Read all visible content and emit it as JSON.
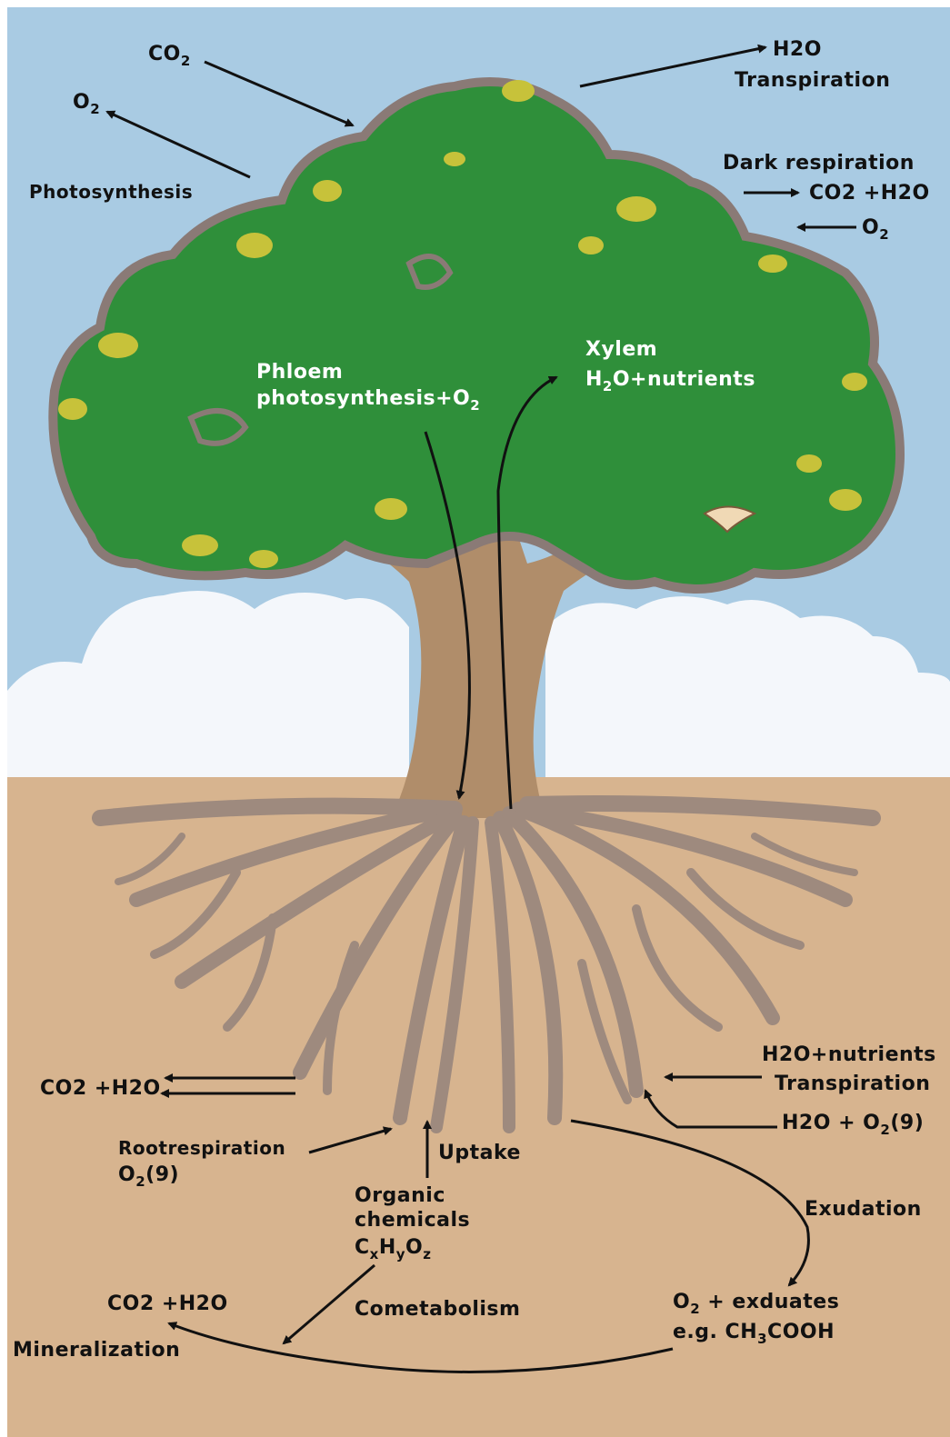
{
  "colors": {
    "sky": "#a9cbe3",
    "cloud": "#f4f7fb",
    "soil": "#d7b48f",
    "foliage": "#2f8f3a",
    "foliage_edge": "#8a7a76",
    "leaf_highlight": "#c7c23a",
    "trunk": "#b08d6a",
    "root": "#9e8a7e",
    "arrow": "#111111",
    "label_dark": "#111111",
    "label_light": "#ffffff"
  },
  "labels": {
    "co2_top": {
      "main": "CO",
      "sub": "2"
    },
    "o2_top": {
      "main": "O",
      "sub": "2"
    },
    "photosynthesis": "Photosynthesis",
    "h2o_top": "H2O",
    "transpiration_top": "Transpiration",
    "dark_respiration": "Dark respiration",
    "co2_h2o_right": "CO2 +H2O",
    "o2_right": {
      "main": "O",
      "sub": "2"
    },
    "phloem": "Phloem",
    "phloem_detail": {
      "main": "photosynthesis+O",
      "sub": "2"
    },
    "xylem": "Xylem",
    "xylem_detail": {
      "pre": "H",
      "sub": "2",
      "post": "O+nutrients"
    },
    "co2_h2o_left": "CO2 +H2O",
    "root_respiration": "Rootrespiration",
    "root_o2": {
      "main": "O",
      "sub": "2",
      "post": "(9)"
    },
    "uptake": "Uptake",
    "organic_1": "Organic",
    "organic_2": "chemicals",
    "organic_formula": {
      "c": "C",
      "x": "x",
      "h": "H",
      "y": "y",
      "o": "O",
      "z": "z"
    },
    "h2o_nutrients": "H2O+nutrients",
    "transpiration_bottom": "Transpiration",
    "h2o_o2": {
      "main": "H2O + O",
      "sub": "2",
      "post": "(9)"
    },
    "exudation": "Exudation",
    "co2_h2o_bottom": "CO2 +H2O",
    "mineralization": "Mineralization",
    "cometabolism": "Cometabolism",
    "o2_exudates": {
      "main": "O",
      "sub": "2",
      "post": " + exduates"
    },
    "eg_formula": {
      "main": "e.g. CH",
      "sub": "3",
      "post": "COOH"
    }
  }
}
